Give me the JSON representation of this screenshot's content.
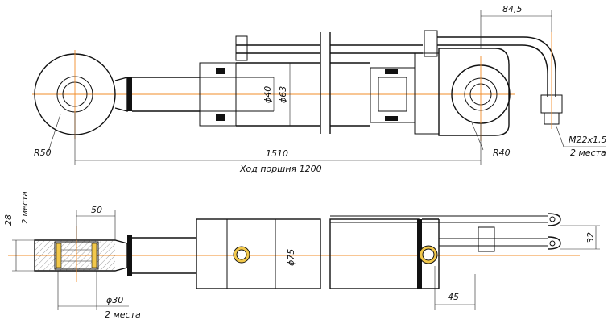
{
  "dimensions": {
    "offset_top": "84,5",
    "thread": "M22x1,5",
    "thread_count": "2 места",
    "rod_diameter": "ϕ40",
    "bore_diameter": "ϕ63",
    "radius_left": "R50",
    "radius_right": "R40",
    "total_length": "1510",
    "stroke": "Ход поршня 1200",
    "eye_height": "28",
    "eye_height_count": "2 места",
    "eye_width": "50",
    "pin_diameter": "ϕ30",
    "pin_count": "2 места",
    "tube_diameter": "ϕ75",
    "port_spacing": "32",
    "port_offset": "45"
  },
  "colors": {
    "line": "#111111",
    "axis": "#f28c28",
    "rod_band": "#111111",
    "pin_ring": "#f2c84b"
  }
}
